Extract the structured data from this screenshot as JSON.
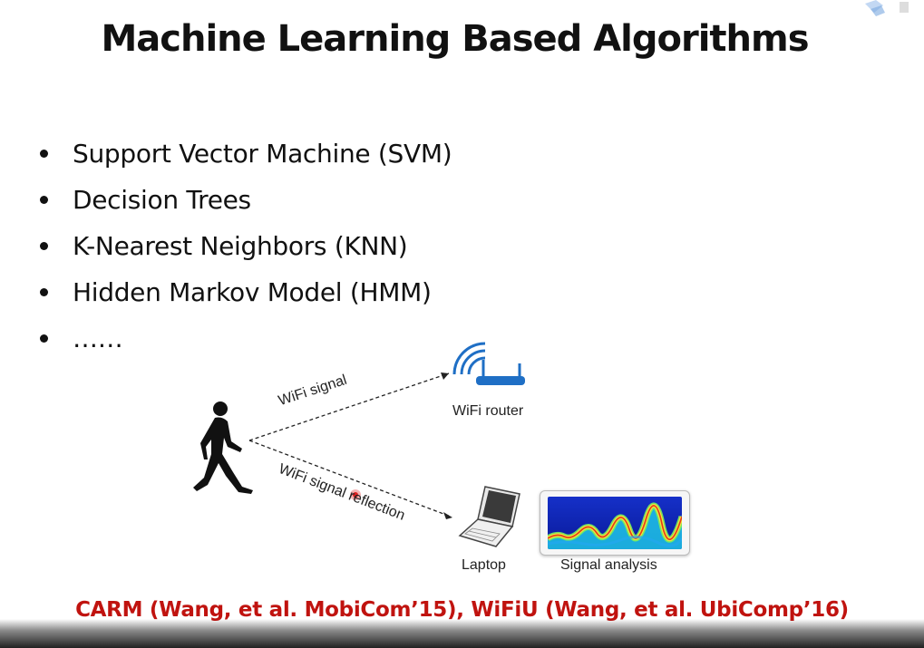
{
  "slide": {
    "title": "Machine Learning Based Algorithms",
    "bullets": [
      "Support Vector Machine (SVM)",
      "Decision Trees",
      "K-Nearest Neighbors (KNN)",
      "Hidden Markov Model (HMM)",
      "……"
    ],
    "figure": {
      "signal_label": "WiFi signal",
      "reflection_label": "WiFi signal reflection",
      "router_label": "WiFi router",
      "laptop_label": "Laptop",
      "analysis_label": "Signal analysis"
    },
    "citation": "CARM (Wang, et al. MobiCom’15), WiFiU (Wang, et al. UbiComp’16)"
  },
  "colors": {
    "title": "#111111",
    "citation": "#c0130f",
    "router": "#1f6fc5"
  },
  "icons": [
    "walking-person-icon",
    "wifi-router-icon",
    "laptop-icon",
    "spectrogram-image",
    "cursor-dot-icon",
    "corner-logo-icon"
  ]
}
